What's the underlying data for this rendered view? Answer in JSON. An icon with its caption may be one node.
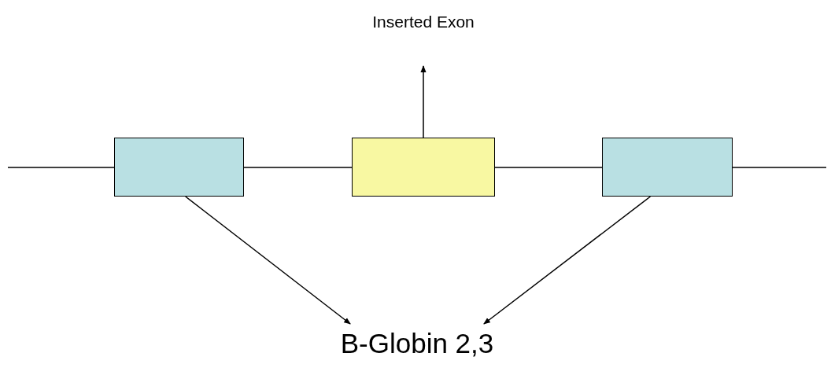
{
  "diagram": {
    "nodes": [
      {
        "text": [],
        "shape": "box"
      },
      {
        "text": [],
        "shape": "box"
      },
      {
        "text": [],
        "shape": "box"
      },
      {
        "text": [
          "Inserted Exon"
        ]
      },
      {
        "text": [
          "B-Globin 2,3"
        ]
      }
    ],
    "edges": [
      {
        "from": null,
        "to": 0,
        "arrow": "none"
      },
      {
        "from": 0,
        "to": 1,
        "arrow": "none"
      },
      {
        "from": 1,
        "to": 2,
        "arrow": "none"
      },
      {
        "from": 2,
        "to": null,
        "arrow": "none"
      },
      {
        "from": 1,
        "to": 3,
        "arrow": "to"
      },
      {
        "from": 0,
        "to": 4,
        "arrow": "to"
      },
      {
        "from": 2,
        "to": 4,
        "arrow": "to"
      }
    ]
  }
}
